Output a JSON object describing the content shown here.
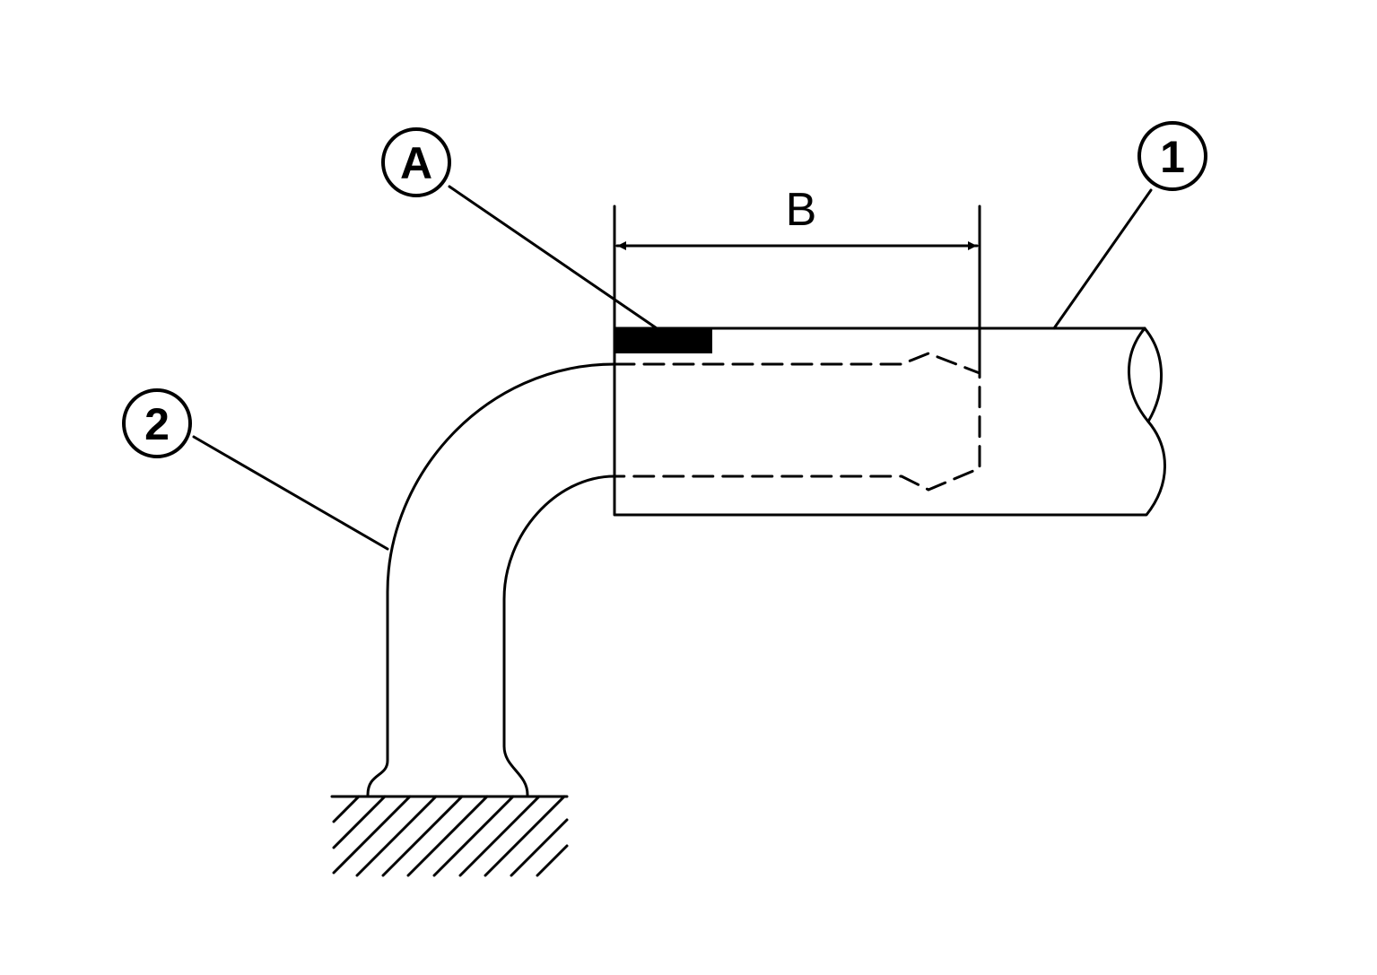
{
  "callouts": {
    "a": "A",
    "one": "1",
    "two": "2"
  },
  "dimension": {
    "label": "B"
  },
  "colors": {
    "line": "#000000",
    "background": "#ffffff"
  }
}
